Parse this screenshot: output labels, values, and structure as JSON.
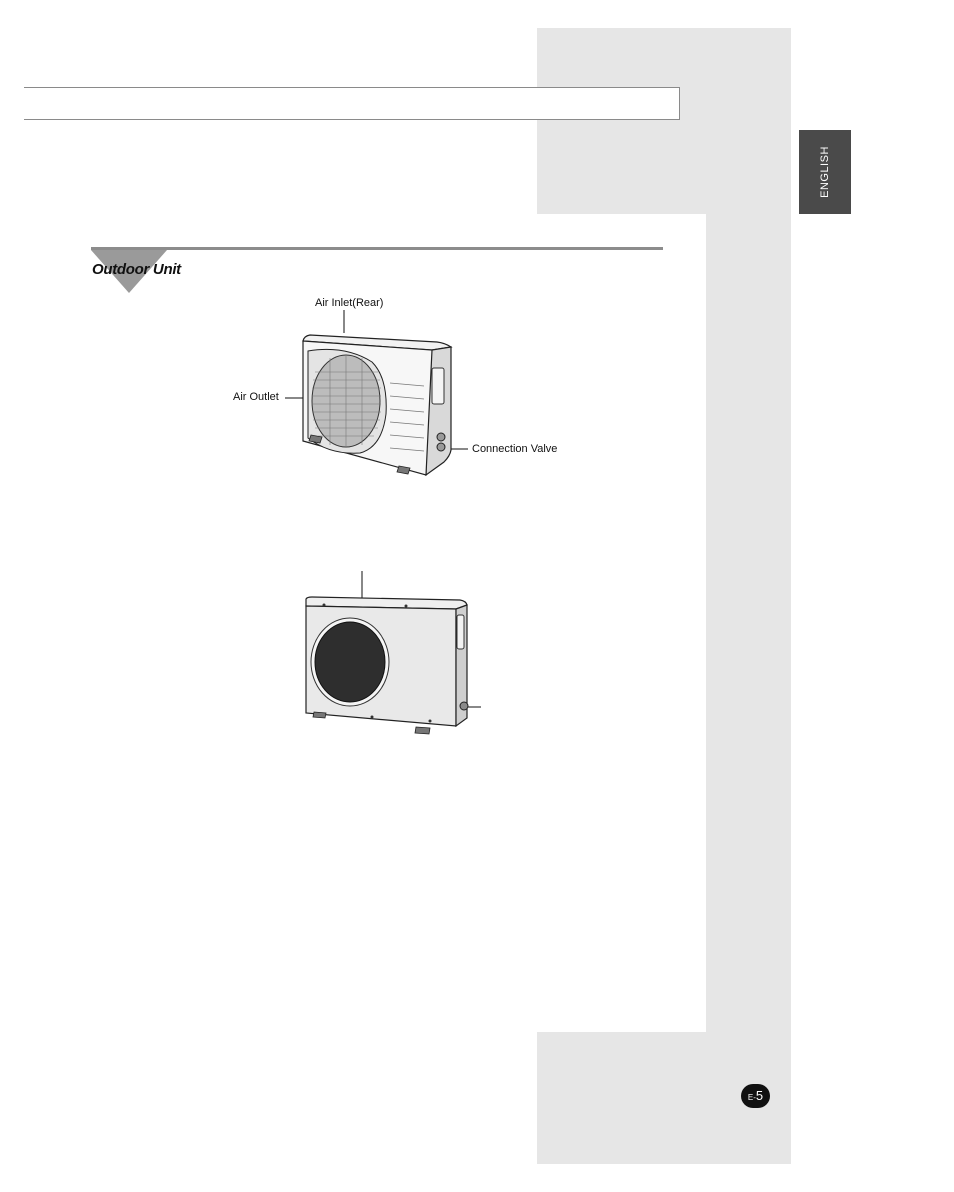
{
  "header": {
    "title": ""
  },
  "side_tab": {
    "label": "ENGLISH"
  },
  "section": {
    "title": "Outdoor Unit"
  },
  "figure_1": {
    "labels": {
      "air_inlet": "Air Inlet(Rear)",
      "air_outlet": "Air Outlet",
      "connection_valve": "Connection Valve"
    }
  },
  "footer": {
    "page_prefix": "E-",
    "page_number": "5"
  },
  "colors": {
    "margin_gray": "#e6e6e6",
    "tab_dark": "#4a4a4a",
    "rule_gray": "#8c8c8c"
  }
}
